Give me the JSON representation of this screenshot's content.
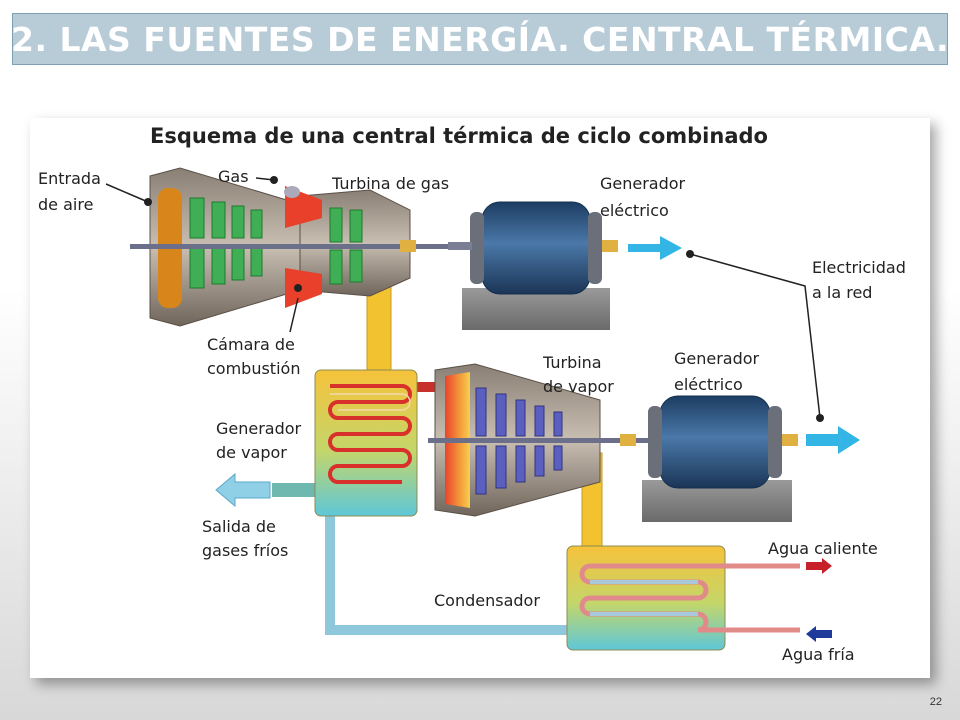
{
  "slide": {
    "title": "2. LAS FUENTES DE ENERGÍA. CENTRAL TÉRMICA.",
    "page_number": "22"
  },
  "diagram": {
    "title": "Esquema de una central térmica de ciclo combinado",
    "labels": {
      "air_inlet_line1": "Entrada",
      "air_inlet_line2": "de aire",
      "gas": "Gas",
      "gas_turbine": "Turbina de gas",
      "generator1_line1": "Generador",
      "generator1_line2": "eléctrico",
      "electricity_line1": "Electricidad",
      "electricity_line2": "a la red",
      "combustion_line1": "Cámara de",
      "combustion_line2": "combustión",
      "steam_turbine_line1": "Turbina",
      "steam_turbine_line2": "de vapor",
      "generator2_line1": "Generador",
      "generator2_line2": "eléctrico",
      "steam_gen_line1": "Generador",
      "steam_gen_line2": "de vapor",
      "exhaust_line1": "Salida de",
      "exhaust_line2": "gases fríos",
      "hot_water": "Agua caliente",
      "condenser": "Condensador",
      "cold_water": "Agua fría"
    },
    "colors": {
      "generator": "#2e5680",
      "hot": "#d8302a",
      "blade": "#3fae55",
      "steam_blade": "#5b5fc0",
      "pipe_yellow": "#f2c230",
      "pipe_blue": "#8fc7dc",
      "arrow": "#33b6e6",
      "hot_arrow": "#c8202a",
      "cold_arrow": "#1f3a9a"
    }
  }
}
